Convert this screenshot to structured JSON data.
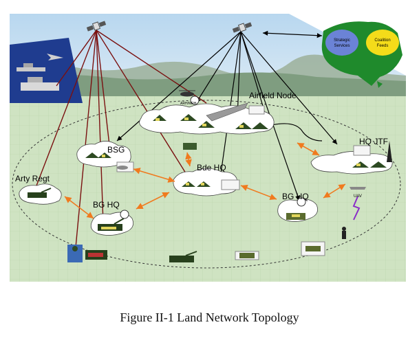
{
  "caption": "Figure II-1 Land Network Topology",
  "nodes": {
    "airfield": "Airfield Node",
    "bsg": "BSG",
    "bde_hq": "Bde HQ",
    "hq_jtf": "HQ JTF",
    "arty_regt": "Arty Regt",
    "bg_hq_left": "BG HQ",
    "bg_hq_right": "BG HQ"
  },
  "small_labels": {
    "arh_mrh": "ARH/MRH",
    "uav": "UAV",
    "strategic_services": [
      "Strategic",
      "Services"
    ],
    "coalition_feeds": [
      "Coalition",
      "Feeds"
    ]
  },
  "colors": {
    "satellite_link": "#7a1010",
    "network_link": "#000000",
    "radio_link": "#f07a1e",
    "uav_link": "#8a2cc7",
    "ground": "#cfe3c2",
    "sky": "#cfe3f1",
    "australia": "#1f8a2c",
    "strategic_bubble": "#6b83d6",
    "coalition_bubble": "#f4dc1a"
  },
  "icons": [
    "satellite-icon",
    "ship-icon",
    "aircraft-icon",
    "helicopter-icon",
    "tank-icon",
    "truck-icon",
    "radar-icon",
    "soldier-icon",
    "tent-icon",
    "radio-tower-icon",
    "uav-icon"
  ]
}
